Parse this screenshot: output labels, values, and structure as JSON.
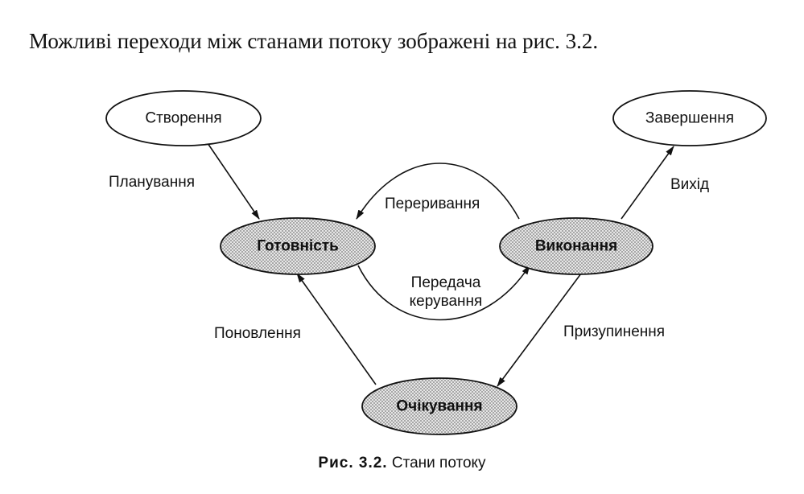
{
  "intro_text": "Можливі переходи між станами потоку зображені на рис. 3.2.",
  "states": {
    "created": "Створення",
    "ready": "Готовність",
    "running": "Виконання",
    "finished": "Завершення",
    "waiting": "Очікування"
  },
  "transitions": {
    "scheduling": "Планування",
    "preemption": "Переривання",
    "dispatch_line1": "Передача",
    "dispatch_line2": "керування",
    "exit": "Вихід",
    "suspension": "Призупинення",
    "resumption": "Поновлення"
  },
  "caption": {
    "prefix": "Рис. 3.2.",
    "text": "Стани потоку"
  },
  "colors": {
    "ink": "#111111",
    "shade_fill": "#cfcfcf",
    "plain_fill": "#ffffff"
  }
}
